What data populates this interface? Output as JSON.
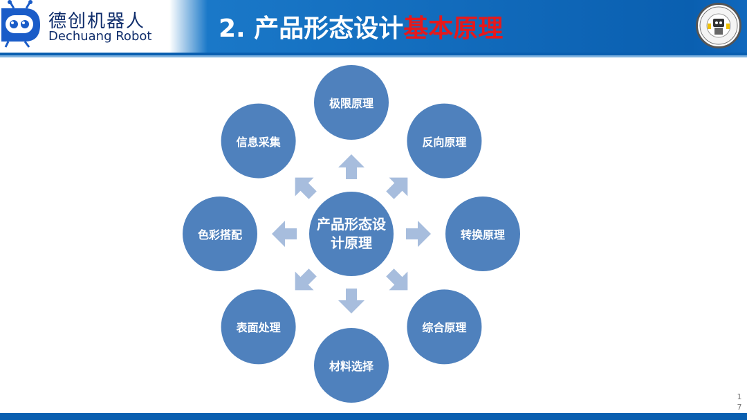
{
  "header": {
    "logo_cn": "德创机器人",
    "logo_en": "Dechuang Robot",
    "title_main": "2. 产品形态设计",
    "title_accent": "基本原理"
  },
  "diagram": {
    "center": "产品形态设计原理",
    "nodes": [
      {
        "id": "top",
        "label": "极限原理"
      },
      {
        "id": "top-right",
        "label": "反向原理"
      },
      {
        "id": "right",
        "label": "转换原理"
      },
      {
        "id": "bottom-right",
        "label": "综合原理"
      },
      {
        "id": "bottom",
        "label": "材料选择"
      },
      {
        "id": "bottom-left",
        "label": "表面处理"
      },
      {
        "id": "left",
        "label": "色彩搭配"
      },
      {
        "id": "top-left",
        "label": "信息采集"
      }
    ]
  },
  "colors": {
    "header_blue": "#0a5fb0",
    "circle_blue": "#4f81bd",
    "arrow_blue": "#a7bddd",
    "accent_red": "#e5191c"
  },
  "page_number": "17"
}
